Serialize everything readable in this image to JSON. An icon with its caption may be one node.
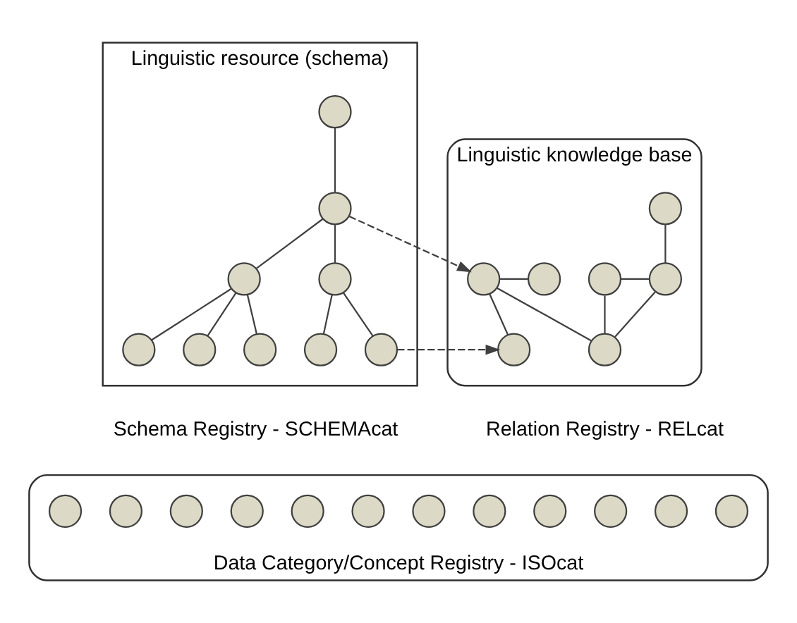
{
  "diagram": {
    "nodes": [
      {
        "text": [
          "Linguistic resource (schema)"
        ],
        "beside": [
          "Schema Registry - SCHEMAcat"
        ]
      },
      {
        "text": [],
        "shape": "circle",
        "in": 0
      },
      {
        "text": [],
        "shape": "circle",
        "in": 0
      },
      {
        "text": [],
        "shape": "circle",
        "in": 0
      },
      {
        "text": [],
        "shape": "circle",
        "in": 0
      },
      {
        "text": [],
        "shape": "circle",
        "in": 0
      },
      {
        "text": [],
        "shape": "circle",
        "in": 0
      },
      {
        "text": [],
        "shape": "circle",
        "in": 0
      },
      {
        "text": [],
        "shape": "circle",
        "in": 0
      },
      {
        "text": [],
        "shape": "circle",
        "in": 0
      },
      {
        "text": [
          "Linguistic knowledge base"
        ],
        "beside": [
          "Relation Registry - RELcat"
        ]
      },
      {
        "text": [],
        "shape": "circle",
        "in": 10
      },
      {
        "text": [],
        "shape": "circle",
        "in": 10
      },
      {
        "text": [],
        "shape": "circle",
        "in": 10
      },
      {
        "text": [],
        "shape": "circle",
        "in": 10
      },
      {
        "text": [],
        "shape": "circle",
        "in": 10
      },
      {
        "text": [],
        "shape": "circle",
        "in": 10
      },
      {
        "text": [],
        "shape": "circle",
        "in": 10
      },
      {
        "text": [
          "Data Category/Concept Registry - ISOcat"
        ]
      },
      {
        "text": [],
        "shape": "circle",
        "in": 18
      },
      {
        "text": [],
        "shape": "circle",
        "in": 18
      },
      {
        "text": [],
        "shape": "circle",
        "in": 18
      },
      {
        "text": [],
        "shape": "circle",
        "in": 18
      },
      {
        "text": [],
        "shape": "circle",
        "in": 18
      },
      {
        "text": [],
        "shape": "circle",
        "in": 18
      },
      {
        "text": [],
        "shape": "circle",
        "in": 18
      },
      {
        "text": [],
        "shape": "circle",
        "in": 18
      },
      {
        "text": [],
        "shape": "circle",
        "in": 18
      },
      {
        "text": [],
        "shape": "circle",
        "in": 18
      },
      {
        "text": [],
        "shape": "circle",
        "in": 18
      },
      {
        "text": [],
        "shape": "circle",
        "in": 18
      }
    ],
    "edges": [
      {
        "from": 1,
        "to": 2,
        "arrow": "none"
      },
      {
        "from": 2,
        "to": 3,
        "arrow": "none"
      },
      {
        "from": 2,
        "to": 4,
        "arrow": "none"
      },
      {
        "from": 3,
        "to": 5,
        "arrow": "none"
      },
      {
        "from": 3,
        "to": 6,
        "arrow": "none"
      },
      {
        "from": 3,
        "to": 7,
        "arrow": "none"
      },
      {
        "from": 4,
        "to": 8,
        "arrow": "none"
      },
      {
        "from": 4,
        "to": 9,
        "arrow": "none"
      },
      {
        "from": 11,
        "to": 15,
        "arrow": "none"
      },
      {
        "from": 12,
        "to": 13,
        "arrow": "none"
      },
      {
        "from": 12,
        "to": 16,
        "arrow": "none"
      },
      {
        "from": 12,
        "to": 17,
        "arrow": "none"
      },
      {
        "from": 14,
        "to": 15,
        "arrow": "none"
      },
      {
        "from": 14,
        "to": 17,
        "arrow": "none"
      },
      {
        "from": 15,
        "to": 17,
        "arrow": "none"
      },
      {
        "from": 2,
        "to": 12,
        "arrow": "to",
        "style": "dashed"
      },
      {
        "from": 9,
        "to": 16,
        "arrow": "to",
        "style": "dashed"
      }
    ]
  }
}
